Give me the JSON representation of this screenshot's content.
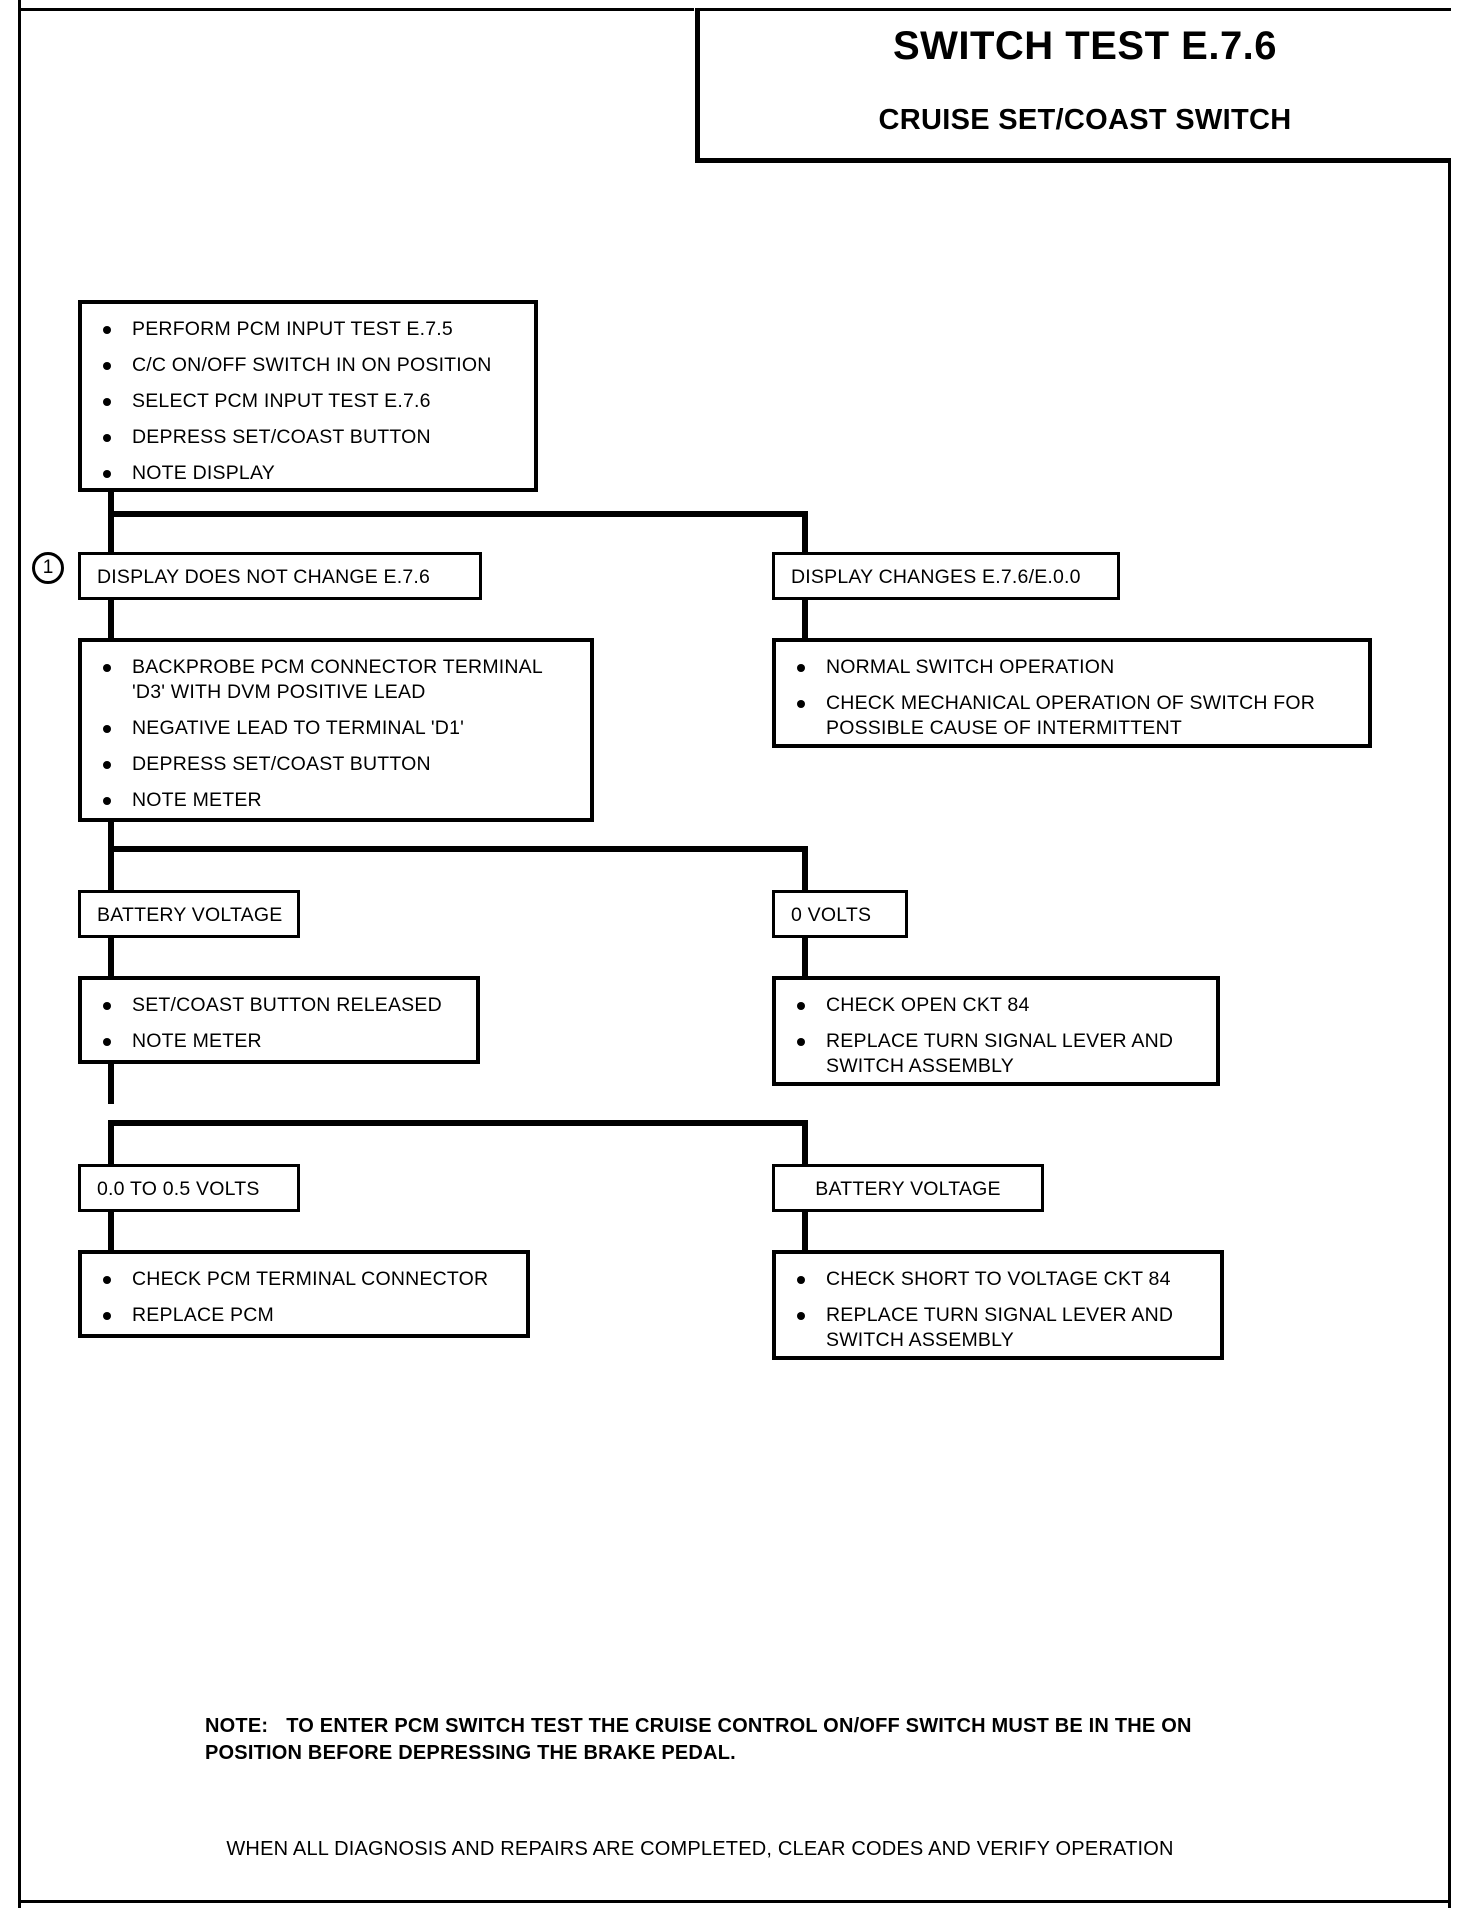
{
  "document": {
    "title": "SWITCH TEST E.7.6",
    "subtitle": "CRUISE SET/COAST SWITCH"
  },
  "flowchart": {
    "type": "diagnostic-flowchart",
    "marker_1": "1",
    "start_box": {
      "name": "initial-procedure",
      "bullets": [
        "PERFORM PCM INPUT TEST E.7.5",
        "C/C ON/OFF SWITCH IN ON POSITION",
        "SELECT PCM INPUT TEST E.7.6",
        "DEPRESS SET/COAST BUTTON",
        "NOTE DISPLAY"
      ]
    },
    "branch_1": {
      "left_label": "DISPLAY DOES NOT CHANGE E.7.6",
      "right_label": "DISPLAY CHANGES E.7.6/E.0.0"
    },
    "left_action_1": {
      "name": "backprobe-procedure",
      "bullets": [
        "BACKPROBE PCM CONNECTOR TERMINAL 'D3' WITH DVM POSITIVE LEAD",
        "NEGATIVE LEAD TO TERMINAL 'D1'",
        "DEPRESS SET/COAST  BUTTON",
        "NOTE METER"
      ]
    },
    "right_action_1": {
      "name": "normal-operation-result",
      "bullets": [
        "NORMAL SWITCH OPERATION",
        "CHECK MECHANICAL OPERATION OF SWITCH FOR POSSIBLE  CAUSE OF INTERMITTENT"
      ]
    },
    "branch_2": {
      "left_label": "BATTERY VOLTAGE",
      "right_label": "0 VOLTS"
    },
    "left_action_2": {
      "name": "release-button-procedure",
      "bullets": [
        "SET/COAST BUTTON RELEASED",
        "NOTE METER"
      ]
    },
    "right_action_2": {
      "name": "open-circuit-repair",
      "bullets": [
        "CHECK OPEN CKT 84",
        "REPLACE TURN SIGNAL LEVER AND SWITCH ASSEMBLY"
      ]
    },
    "branch_3": {
      "left_label": "0.0 TO 0.5 VOLTS",
      "right_label": "BATTERY VOLTAGE"
    },
    "left_action_3": {
      "name": "pcm-repair",
      "bullets": [
        "CHECK PCM TERMINAL CONNECTOR",
        "REPLACE PCM"
      ]
    },
    "right_action_3": {
      "name": "short-to-voltage-repair",
      "bullets": [
        "CHECK SHORT TO VOLTAGE CKT 84",
        "REPLACE TURN SIGNAL LEVER AND SWITCH ASSEMBLY"
      ]
    }
  },
  "footer": {
    "note_label": "NOTE:",
    "note_text": "TO ENTER PCM SWITCH TEST THE CRUISE CONTROL ON/OFF SWITCH MUST BE IN THE ON POSITION BEFORE DEPRESSING THE BRAKE PEDAL.",
    "closing_line": "WHEN ALL DIAGNOSIS AND REPAIRS ARE COMPLETED, CLEAR CODES AND VERIFY OPERATION"
  }
}
